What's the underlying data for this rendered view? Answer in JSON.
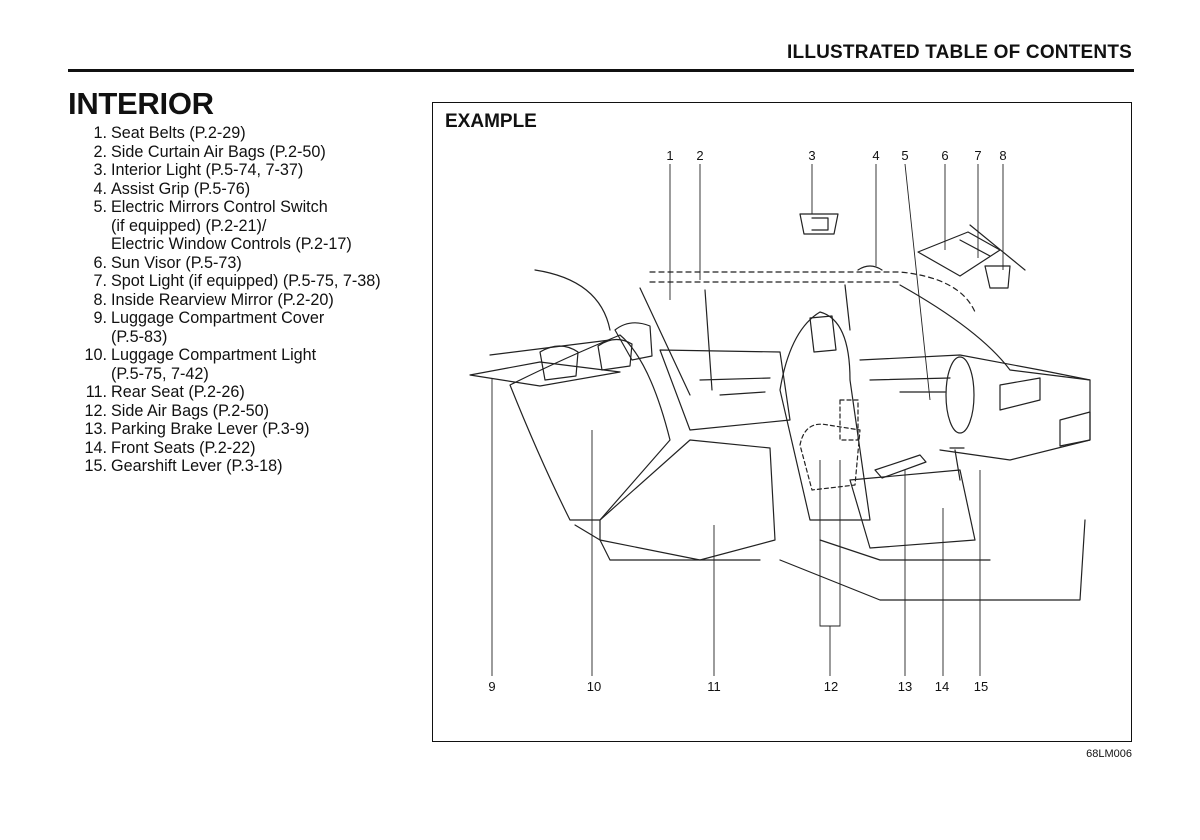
{
  "header": {
    "title": "ILLUSTRATED TABLE OF CONTENTS"
  },
  "section": {
    "title": "INTERIOR"
  },
  "toc": [
    {
      "num": "1.",
      "lines": [
        "Seat Belts (P.2-29)"
      ]
    },
    {
      "num": "2.",
      "lines": [
        "Side Curtain Air Bags (P.2-50)"
      ]
    },
    {
      "num": "3.",
      "lines": [
        "Interior Light (P.5-74, 7-37)"
      ]
    },
    {
      "num": "4.",
      "lines": [
        "Assist Grip (P.5-76)"
      ]
    },
    {
      "num": "5.",
      "lines": [
        "Electric Mirrors Control Switch",
        "(if equipped) (P.2-21)/",
        "Electric Window Controls (P.2-17)"
      ]
    },
    {
      "num": "6.",
      "lines": [
        "Sun Visor (P.5-73)"
      ]
    },
    {
      "num": "7.",
      "lines": [
        "Spot Light (if equipped) (P.5-75, 7-38)"
      ]
    },
    {
      "num": "8.",
      "lines": [
        "Inside Rearview Mirror (P.2-20)"
      ]
    },
    {
      "num": "9.",
      "lines": [
        "Luggage Compartment Cover",
        "(P.5-83)"
      ]
    },
    {
      "num": "10.",
      "lines": [
        "Luggage Compartment Light",
        "(P.5-75, 7-42)"
      ]
    },
    {
      "num": "11.",
      "lines": [
        "Rear Seat (P.2-26)"
      ]
    },
    {
      "num": "12.",
      "lines": [
        "Side Air Bags (P.2-50)"
      ]
    },
    {
      "num": "13.",
      "lines": [
        "Parking Brake Lever (P.3-9)"
      ]
    },
    {
      "num": "14.",
      "lines": [
        "Front Seats (P.2-22)"
      ]
    },
    {
      "num": "15.",
      "lines": [
        "Gearshift Lever (P.3-18)"
      ]
    }
  ],
  "figure": {
    "label": "EXAMPLE",
    "code": "68LM006",
    "callouts_top": [
      "1",
      "2",
      "3",
      "4",
      "5",
      "6",
      "7",
      "8"
    ],
    "callouts_bottom": [
      "9",
      "10",
      "11",
      "12",
      "13",
      "14",
      "15"
    ]
  }
}
